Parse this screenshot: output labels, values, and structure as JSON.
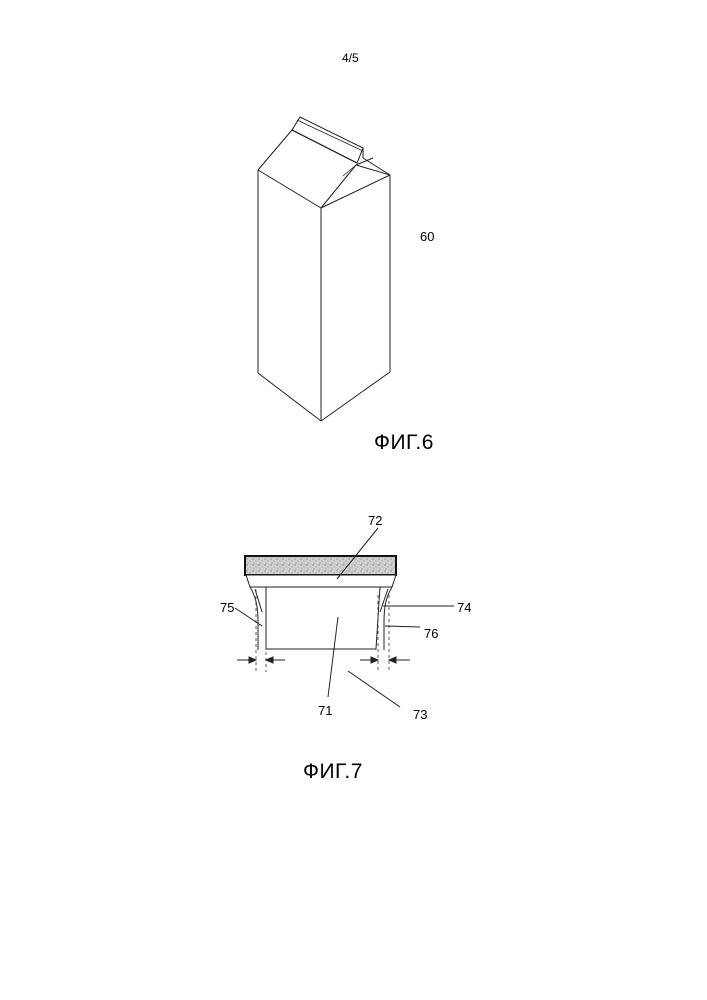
{
  "page": {
    "number": "4/5"
  },
  "figures": [
    {
      "id": "fig6",
      "caption": "ФИГ.6",
      "refs": {
        "carton": "60"
      }
    },
    {
      "id": "fig7",
      "caption": "ФИГ.7",
      "refs": {
        "body": "71",
        "lid": "72",
        "bottom": "73",
        "right_wall": "74",
        "left_wall": "75",
        "offset": "76"
      }
    }
  ]
}
